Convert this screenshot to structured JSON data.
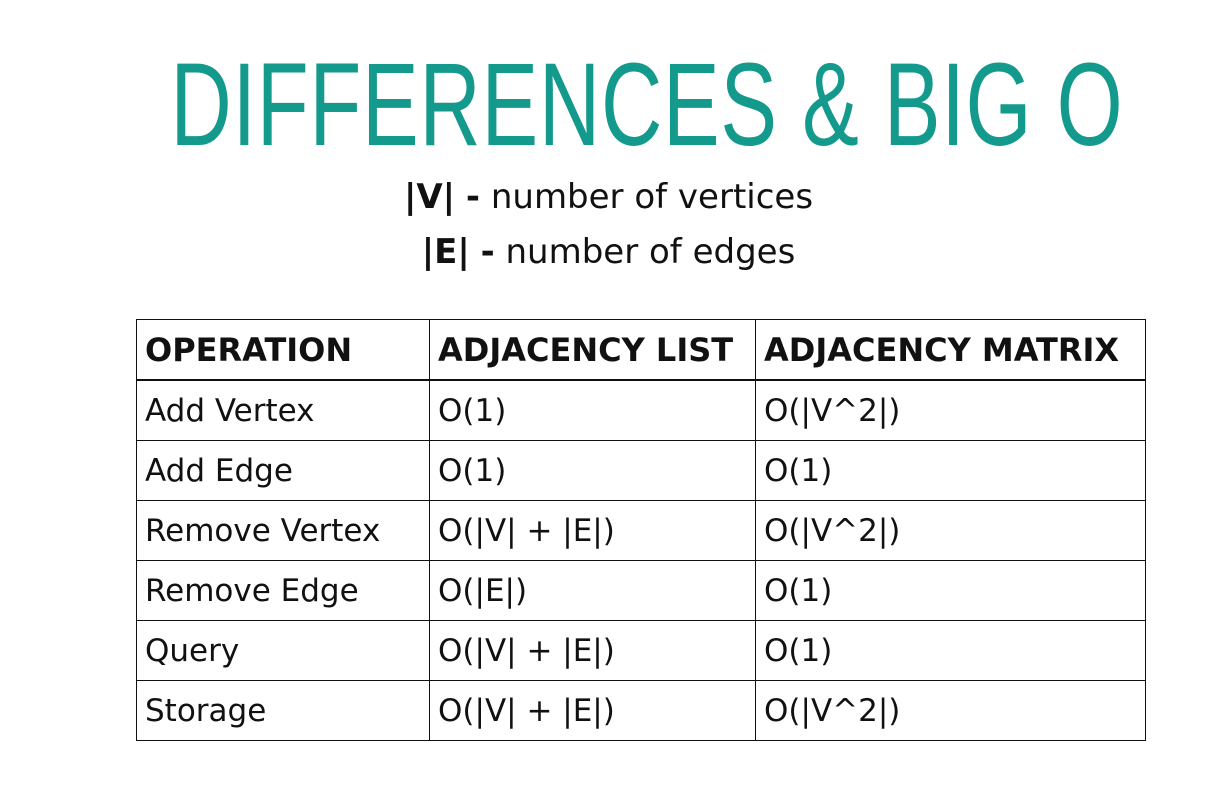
{
  "title": "DIFFERENCES & BIG O",
  "legend": [
    {
      "symbol": "|V|",
      "separator": "-",
      "text": "number of vertices"
    },
    {
      "symbol": "|E|",
      "separator": "-",
      "text": "number of edges"
    }
  ],
  "table": {
    "headers": [
      "OPERATION",
      "ADJACENCY LIST",
      "ADJACENCY MATRIX"
    ],
    "rows": [
      [
        "Add Vertex",
        "O(1)",
        "O(|V^2|)"
      ],
      [
        "Add Edge",
        "O(1)",
        "O(1)"
      ],
      [
        "Remove Vertex",
        "O(|V| + |E|)",
        "O(|V^2|)"
      ],
      [
        "Remove Edge",
        "O(|E|)",
        "O(1)"
      ],
      [
        "Query",
        "O(|V| + |E|)",
        "O(1)"
      ],
      [
        "Storage",
        "O(|V| + |E|)",
        "O(|V^2|)"
      ]
    ]
  },
  "colors": {
    "title": "#139a8c",
    "text": "#111111",
    "border": "#111111",
    "background": "#ffffff"
  }
}
